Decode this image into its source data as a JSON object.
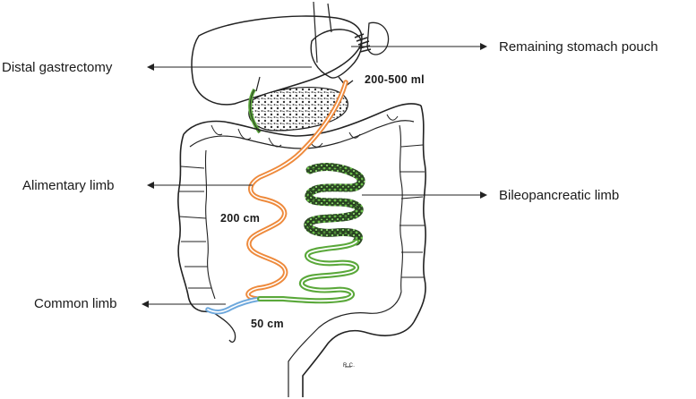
{
  "labels": {
    "remaining_pouch": "Remaining stomach pouch",
    "distal_gastrectomy": "Distal gastrectomy",
    "alimentary_limb": "Alimentary limb",
    "bileopancreatic_limb": "Bileopancreatic limb",
    "common_limb": "Common limb"
  },
  "annotations": {
    "pouch_volume": "200-500 ml",
    "alimentary_length": "200 cm",
    "common_length": "50 cm",
    "artist_initials": "R.C."
  },
  "colors": {
    "alimentary": "#ee8a3c",
    "biliopancreatic": "#5aa83a",
    "common": "#6ea8dc",
    "outline": "#222222"
  }
}
